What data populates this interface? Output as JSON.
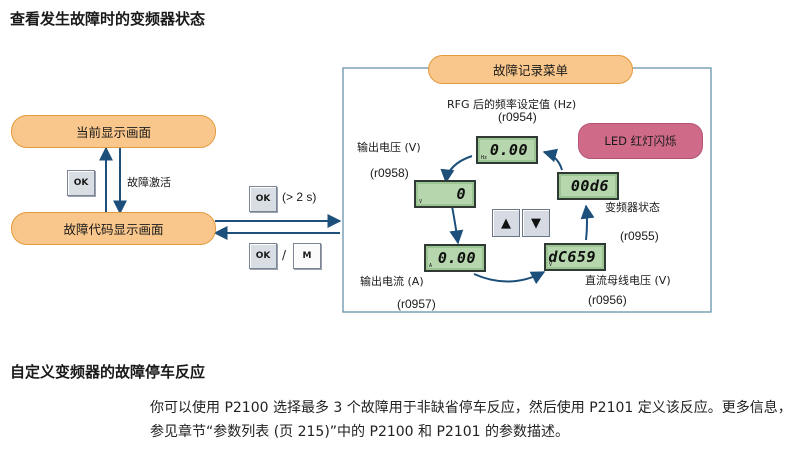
{
  "section1": {
    "title": "查看发生故障时的变频器状态"
  },
  "flow": {
    "current_display": "当前显示画面",
    "fault_code_display": "故障代码显示画面",
    "fault_activated": "故障激活",
    "ok_key": "OK",
    "hold_time": "(> 2 s)",
    "slash": "/",
    "m_key": "M"
  },
  "menu": {
    "title": "故障记录菜单",
    "led_label": "LED 红灯闪烁",
    "up_key": "▲",
    "down_key": "▼",
    "items": [
      {
        "label": "RFG 后的频率设定值 (Hz)",
        "param": "(r0954)",
        "value": "0.00",
        "unit": "Hz"
      },
      {
        "label": "变频器状态",
        "param": "(r0955)",
        "value": "00d6",
        "unit": ""
      },
      {
        "label": "直流母线电压 (V)",
        "param": "(r0956)",
        "value": "dC659",
        "unit": "V"
      },
      {
        "label": "输出电流 (A)",
        "param": "(r0957)",
        "value": "0.00",
        "unit": "A"
      },
      {
        "label": "输出电压 (V)",
        "param": "(r0958)",
        "value": "0",
        "unit": "V"
      }
    ]
  },
  "section2": {
    "title": "自定义变频器的故障停车反应",
    "paragraph": "你可以使用 P2100 选择最多 3 个故障用于非缺省停车反应，然后使用 P2101 定义该反应。更多信息，参见章节“参数列表 (页 215)”中的 P2100 和 P2101 的参数描述。"
  }
}
